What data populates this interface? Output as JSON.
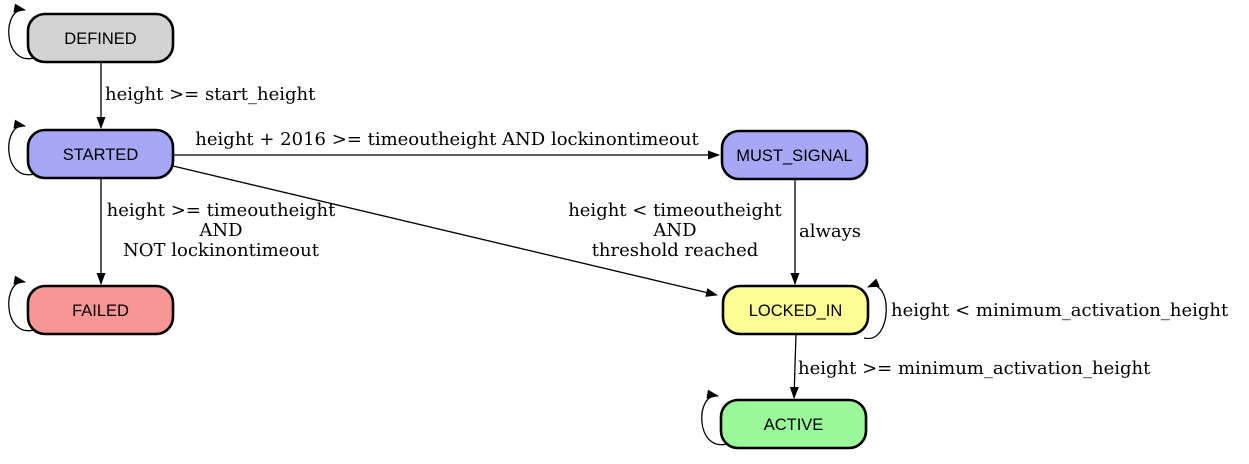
{
  "diagram": {
    "type": "state-machine",
    "background": "#ffffff",
    "edge_color": "#000000",
    "node_border_color": "#000000",
    "states": [
      {
        "id": "defined",
        "label": "DEFINED",
        "fill": "#d3d3d3"
      },
      {
        "id": "started",
        "label": "STARTED",
        "fill": "#a7a7f7"
      },
      {
        "id": "must_signal",
        "label": "MUST_SIGNAL",
        "fill": "#a7a7f7"
      },
      {
        "id": "failed",
        "label": "FAILED",
        "fill": "#f89696"
      },
      {
        "id": "locked_in",
        "label": "LOCKED_IN",
        "fill": "#fdfd96"
      },
      {
        "id": "active",
        "label": "ACTIVE",
        "fill": "#9af79a"
      }
    ],
    "transitions": [
      {
        "from": "DEFINED",
        "to": "STARTED",
        "label_lines": [
          "height >= start_height"
        ]
      },
      {
        "from": "STARTED",
        "to": "MUST_SIGNAL",
        "label_lines": [
          "height + 2016 >= timeoutheight AND lockinontimeout"
        ]
      },
      {
        "from": "STARTED",
        "to": "FAILED",
        "label_lines": [
          "height >= timeoutheight",
          "AND",
          "NOT lockinontimeout"
        ]
      },
      {
        "from": "STARTED",
        "to": "LOCKED_IN",
        "label_lines": [
          "height < timeoutheight",
          "AND",
          "threshold reached"
        ]
      },
      {
        "from": "MUST_SIGNAL",
        "to": "LOCKED_IN",
        "label_lines": [
          "always"
        ]
      },
      {
        "from": "LOCKED_IN",
        "to": "LOCKED_IN",
        "label_lines": [
          "height < minimum_activation_height"
        ]
      },
      {
        "from": "LOCKED_IN",
        "to": "ACTIVE",
        "label_lines": [
          "height >= minimum_activation_height"
        ]
      },
      {
        "from": "DEFINED",
        "to": "DEFINED",
        "label_lines": []
      },
      {
        "from": "STARTED",
        "to": "STARTED",
        "label_lines": []
      },
      {
        "from": "FAILED",
        "to": "FAILED",
        "label_lines": []
      },
      {
        "from": "ACTIVE",
        "to": "ACTIVE",
        "label_lines": []
      }
    ]
  }
}
